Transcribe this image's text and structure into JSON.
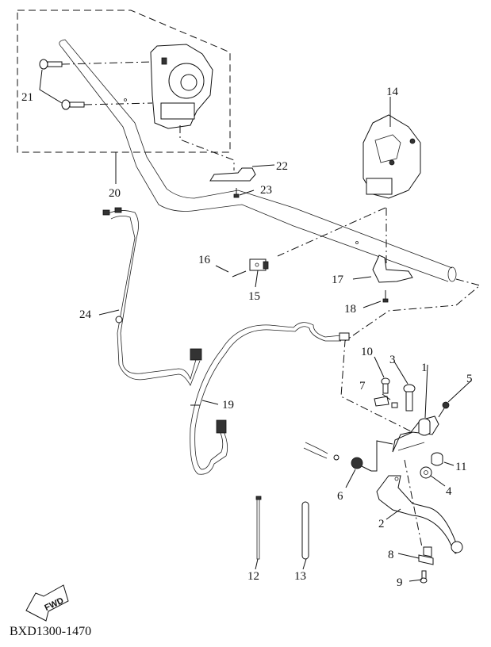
{
  "diagram": {
    "title_code": "BXD1300-1470",
    "direction_indicator": {
      "icon": "fwd-arrow-icon",
      "label": "FWD"
    },
    "callouts": [
      {
        "id": "1",
        "label": "1",
        "part": "lever-holder-pivot-collar"
      },
      {
        "id": "2",
        "label": "2",
        "part": "clutch-lever"
      },
      {
        "id": "3",
        "label": "3",
        "part": "lever-pivot-bolt"
      },
      {
        "id": "4",
        "label": "4",
        "part": "nut"
      },
      {
        "id": "5",
        "label": "5",
        "part": "holder-screw"
      },
      {
        "id": "6",
        "label": "6",
        "part": "adjuster-bolt"
      },
      {
        "id": "7",
        "label": "7",
        "part": "spring-plate"
      },
      {
        "id": "8",
        "label": "8",
        "part": "lever-end-block"
      },
      {
        "id": "9",
        "label": "9",
        "part": "screw"
      },
      {
        "id": "10",
        "label": "10",
        "part": "bolt"
      },
      {
        "id": "11",
        "label": "11",
        "part": "collar"
      },
      {
        "id": "12",
        "label": "12",
        "part": "cable-tie"
      },
      {
        "id": "13",
        "label": "13",
        "part": "band"
      },
      {
        "id": "14",
        "label": "14",
        "part": "right-handlebar-switch"
      },
      {
        "id": "15",
        "label": "15",
        "part": "clamp-block"
      },
      {
        "id": "16",
        "label": "16",
        "part": "clamp-screw"
      },
      {
        "id": "17",
        "label": "17",
        "part": "switch-bracket"
      },
      {
        "id": "18",
        "label": "18",
        "part": "bracket-screw"
      },
      {
        "id": "19",
        "label": "19",
        "part": "clutch-switch-lead"
      },
      {
        "id": "20",
        "label": "20",
        "part": "left-handlebar-switch-assembly"
      },
      {
        "id": "21",
        "label": "21",
        "part": "switch-screws"
      },
      {
        "id": "22",
        "label": "22",
        "part": "switch-bracket-left"
      },
      {
        "id": "23",
        "label": "23",
        "part": "bracket-screw-left"
      },
      {
        "id": "24",
        "label": "24",
        "part": "switch-harness"
      }
    ]
  }
}
